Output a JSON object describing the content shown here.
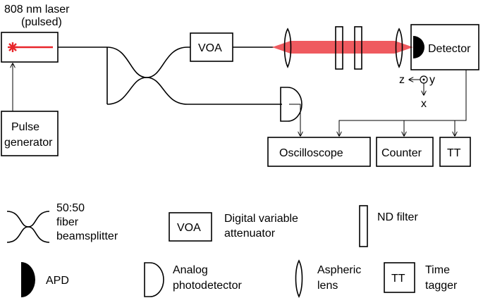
{
  "laser": {
    "title_line1": "808 nm  laser",
    "title_line2": "(pulsed)"
  },
  "pulse_generator": {
    "line1": "Pulse",
    "line2": "generator"
  },
  "voa": {
    "label": "VOA"
  },
  "detector": {
    "label": "Detector"
  },
  "axes": {
    "z": "z",
    "y": "y",
    "x": "x"
  },
  "instruments": {
    "oscilloscope": "Oscilloscope",
    "counter": "Counter",
    "tt": "TT"
  },
  "legend": {
    "beamsplitter": {
      "line1": "50:50",
      "line2": "fiber",
      "line3": "beamsplitter"
    },
    "voa": {
      "symbol": "VOA",
      "line1": "Digital variable",
      "line2": "attenuator"
    },
    "nd_filter": {
      "line1": "ND filter"
    },
    "apd": {
      "line1": "APD"
    },
    "analog_pd": {
      "line1": "Analog",
      "line2": "photodetector"
    },
    "aspheric": {
      "line1": "Aspheric",
      "line2": "lens"
    },
    "tt": {
      "symbol": "TT",
      "line1": "Time",
      "line2": "tagger"
    }
  },
  "colors": {
    "beam": "#ef5a5f",
    "laser_star": "#e8262b",
    "ink": "#000000"
  }
}
